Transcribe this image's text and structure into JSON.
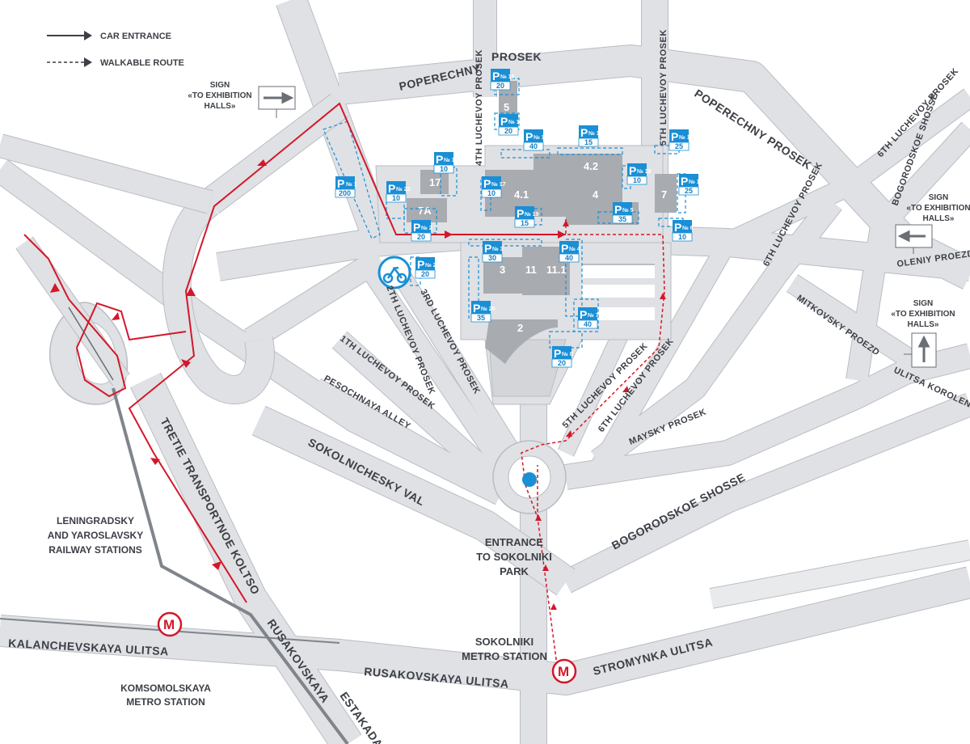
{
  "legend": {
    "car_entrance": "CAR ENTRANCE",
    "walkable_route": "WALKABLE ROUTE"
  },
  "signs": [
    {
      "id": "sign-top-left",
      "lines": [
        "SIGN",
        "«TO EXHIBITION",
        "HALLS»"
      ],
      "arrow": "right-arrow-icon"
    },
    {
      "id": "sign-right-mid",
      "lines": [
        "SIGN",
        "«TO EXHIBITION",
        "HALLS»"
      ],
      "arrow": "left-arrow-icon"
    },
    {
      "id": "sign-right-low",
      "lines": [
        "SIGN",
        "«TO EXHIBITION",
        "HALLS»"
      ],
      "arrow": "up-arrow-icon"
    }
  ],
  "streets": {
    "poperechny_top": "POPERECHNY",
    "prosek_top": "PROSEK",
    "poperechny_prosek_right": "POPERECHNY PROSEK",
    "luchevoy_4": "4TH LUCHEVOY PROSEK",
    "luchevoy_5_top": "5TH LUCHEVOY PROSEK",
    "luchevoy_6_right": "6TH LUCHEVOY PROSEK",
    "luchevoy_6_far": "6TH LUCHEVOY PROSEK",
    "bogorodskoe_top": "BOGORODSKOE SHOSSE",
    "oleniy": "OLENIY PROEZD",
    "mitkovsky": "MITKOVSKY PROEZD",
    "korolenko": "ULITSA KOROLENKO",
    "luchevoy_2": "2TH LUCHEVOY PROSEK",
    "luchevoy_3": "3RD LUCHEVOY PROSEK",
    "luchevoy_1": "1TH LUCHEVOY PROSEK",
    "pesochnaya": "PESOCHNAYA ALLEY",
    "luchevoy_5_low": "5TH LUCHEVOY PROSEK",
    "luchevoy_6_low": "6TH LUCHEVOY PROSEK",
    "maysky": "MAYSKY PROSEK",
    "sokolnichesky": "SOKOLNICHESKY VAL",
    "bogorodskoe_low": "BOGORODSKOE SHOSSE",
    "tretie": "TRETIE TRANSPORTNOE KOLTSO",
    "rusakovskaya_est": "RUSAKOVSKAYA",
    "estakada": "ESTAKADA",
    "rusakovskaya_ul": "RUSAKOVSKAYA ULITSA",
    "kalanchevskaya": "KALANCHEVSKAYA ULITSA",
    "stromynka": "STROMYNKA ULITSA"
  },
  "places": {
    "railway_line1": "LENINGRADSKY",
    "railway_line2": "AND YAROSLAVSKY",
    "railway_line3": "RAILWAY STATIONS",
    "park_line1": "ENTRANCE",
    "park_line2": "TO SOKOLNIKI",
    "park_line3": "PARK",
    "sokolniki_line1": "SOKOLNIKI",
    "sokolniki_line2": "METRO STATION",
    "komsomolskaya_line1": "KOMSOMOLSKAYA",
    "komsomolskaya_line2": "METRO STATION"
  },
  "metro_symbol": "M",
  "buildings": [
    "5",
    "17",
    "7A",
    "4.1",
    "4",
    "4.2",
    "7",
    "3",
    "11",
    "11.1",
    "2"
  ],
  "parkings": [
    {
      "p": "P",
      "no": "№ 16",
      "cap": "20"
    },
    {
      "p": "P",
      "no": "№ 15",
      "cap": "20"
    },
    {
      "p": "P",
      "no": "№ 14",
      "cap": "40"
    },
    {
      "p": "P",
      "no": "№ 13",
      "cap": "15"
    },
    {
      "p": "P",
      "no": "№ 12",
      "cap": "25"
    },
    {
      "p": "P",
      "no": "№ 18",
      "cap": "10"
    },
    {
      "p": "P",
      "no": "№ 17",
      "cap": "10"
    },
    {
      "p": "P",
      "no": "№ 10",
      "cap": "10"
    },
    {
      "p": "P",
      "no": "№ 11",
      "cap": "25"
    },
    {
      "p": "P",
      "no": "№ 22",
      "cap": "10"
    },
    {
      "p": "P",
      "no": "№ 1",
      "cap": "200"
    },
    {
      "p": "P",
      "no": "№ 19",
      "cap": "15"
    },
    {
      "p": "P",
      "no": "№ 5",
      "cap": "35"
    },
    {
      "p": "P",
      "no": "№ 6",
      "cap": "10"
    },
    {
      "p": "P",
      "no": "№ 2",
      "cap": "20"
    },
    {
      "p": "P",
      "no": "№ 3",
      "cap": "30"
    },
    {
      "p": "P",
      "no": "№ 4",
      "cap": "40"
    },
    {
      "p": "P",
      "no": "№ 21",
      "cap": "20"
    },
    {
      "p": "P",
      "no": "№ 20",
      "cap": "35"
    },
    {
      "p": "P",
      "no": "№ 7",
      "cap": "40"
    },
    {
      "p": "P",
      "no": "№ 8",
      "cap": "20"
    }
  ],
  "colors": {
    "road_fill": "#dfe1e4",
    "building": "#a8abb0",
    "car_route": "#d4172a",
    "parking_blue": "#1a8fd6",
    "metro_red": "#d4172a"
  }
}
